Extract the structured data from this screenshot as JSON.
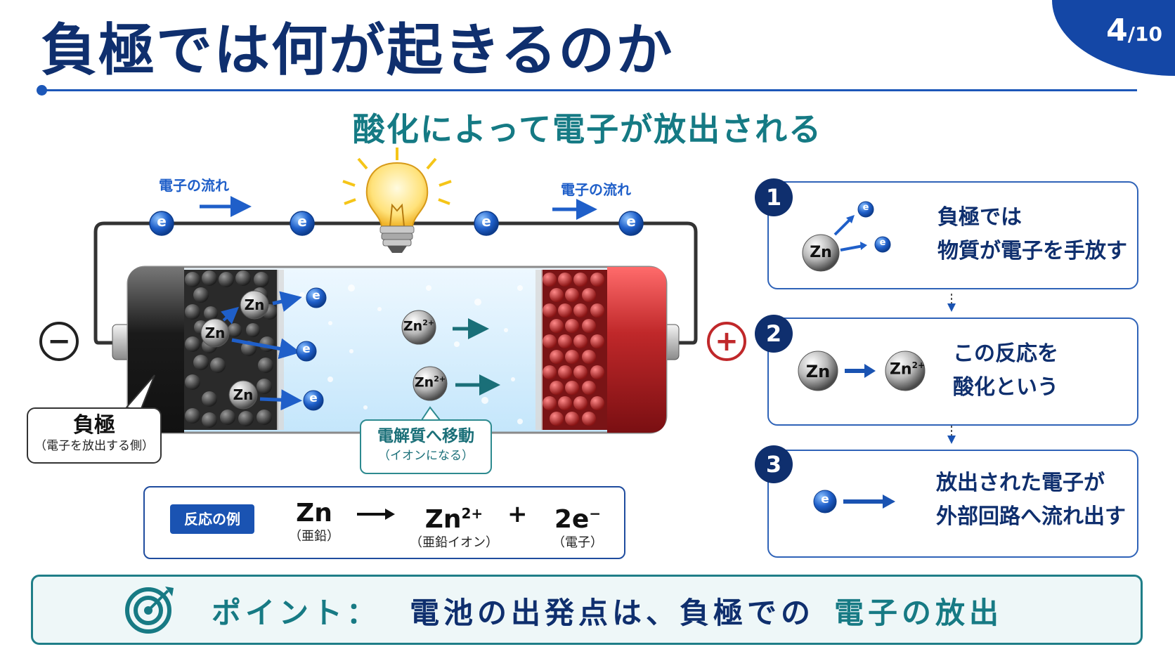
{
  "header": {
    "title": "負極では何が起きるのか",
    "page_current": "4",
    "page_total": "/10",
    "subtitle": "酸化によって電子が放出される"
  },
  "diagram": {
    "flow_label_left": "電子の流れ",
    "flow_label_right": "電子の流れ",
    "electron_symbol": "e",
    "zinc_symbol": "Zn",
    "zinc_ion_symbol": "Zn",
    "zinc_ion_charge": "2+",
    "minus_sign": "−",
    "plus_sign": "+",
    "anode_label": "負極",
    "anode_sublabel": "（電子を放出する側）",
    "electrolyte_label": "電解質へ移動",
    "electrolyte_sublabel": "（イオンになる）"
  },
  "reaction": {
    "tag": "反応の例",
    "reactant": "Zn",
    "reactant_name": "（亜鉛）",
    "product1": "Zn",
    "product1_charge": "2+",
    "product1_name": "（亜鉛イオン）",
    "plus": "+",
    "product2": "2e",
    "product2_charge": "−",
    "product2_name": "（電子）"
  },
  "steps": [
    {
      "number": "1",
      "line1": "負極では",
      "line2": "物質が電子を手放す"
    },
    {
      "number": "2",
      "line1": "この反応を",
      "line2": "酸化という"
    },
    {
      "number": "3",
      "line1": "放出された電子が",
      "line2": "外部回路へ流れ出す"
    }
  ],
  "point": {
    "label": "ポイント：",
    "text": "電池の出発点は、負極での",
    "highlight": "電子の放出"
  },
  "colors": {
    "navy": "#0f2f6e",
    "blue": "#1c57b8",
    "teal": "#157a84",
    "red": "#c0282a"
  }
}
